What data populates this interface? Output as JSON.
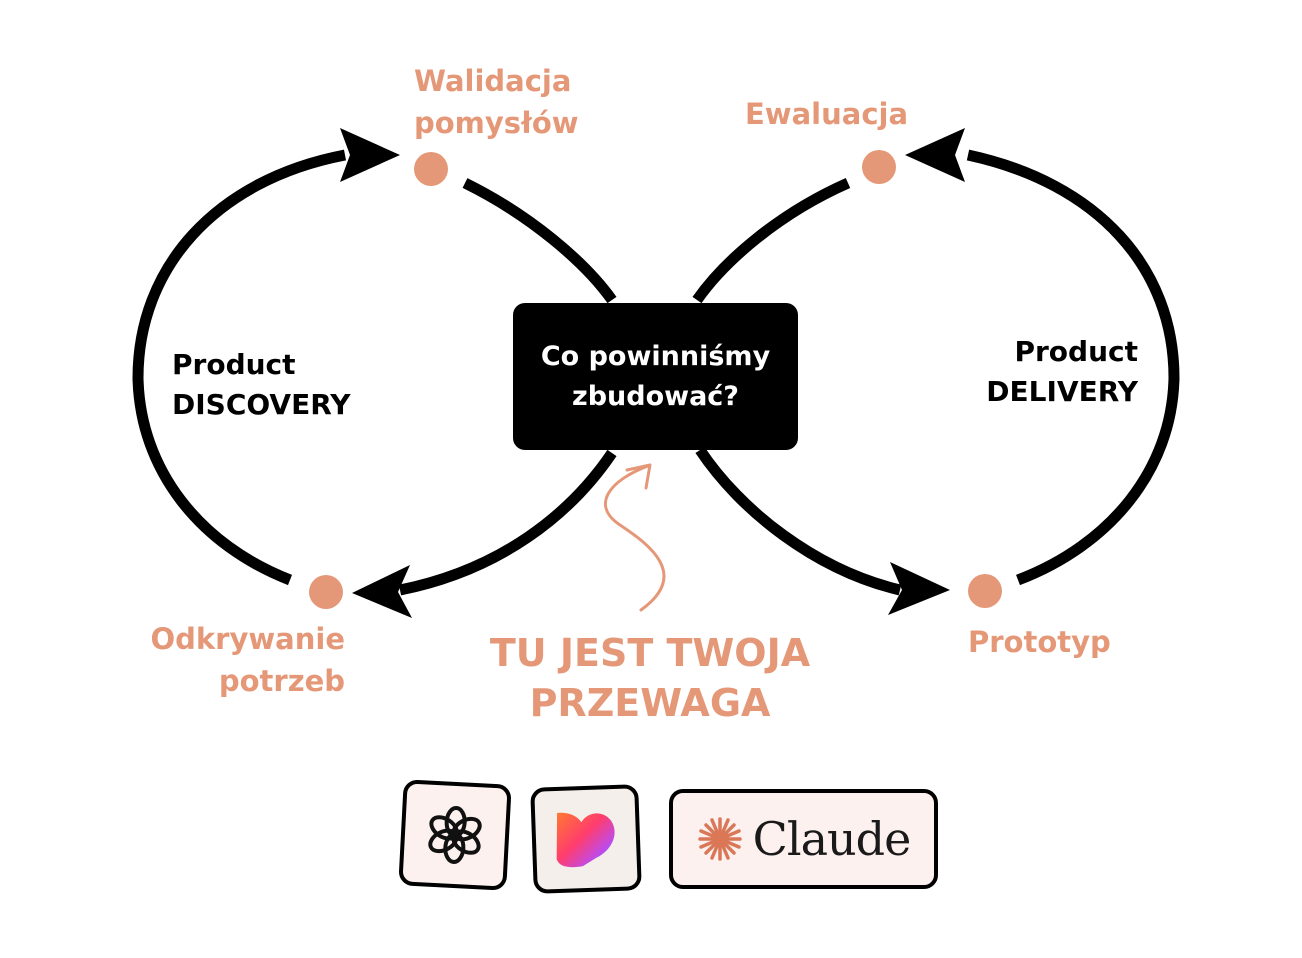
{
  "center_box": {
    "line1": "Co powinniśmy",
    "line2": "zbudować?"
  },
  "stages": {
    "validation": {
      "line1": "Walidacja",
      "line2": "pomysłów"
    },
    "evaluation": {
      "line1": "Ewaluacja"
    },
    "discovery_needs": {
      "line1": "Odkrywanie",
      "line2": "potrzeb"
    },
    "prototype": {
      "line1": "Prototyp"
    }
  },
  "phases": {
    "discovery": {
      "line1": "Product",
      "line2": "DISCOVERY"
    },
    "delivery": {
      "line1": "Product",
      "line2": "DELIVERY"
    }
  },
  "advantage": {
    "line1": "TU JEST TWOJA",
    "line2": "PRZEWAGA"
  },
  "tools": {
    "openai_icon": "openai-logo-icon",
    "lovable_icon": "lovable-heart-icon",
    "claude_label": "Claude"
  },
  "colors": {
    "accent": "#e59878",
    "loop": "#000000",
    "center_box_bg": "#000000",
    "tile_bg": "#fcf1ef"
  }
}
